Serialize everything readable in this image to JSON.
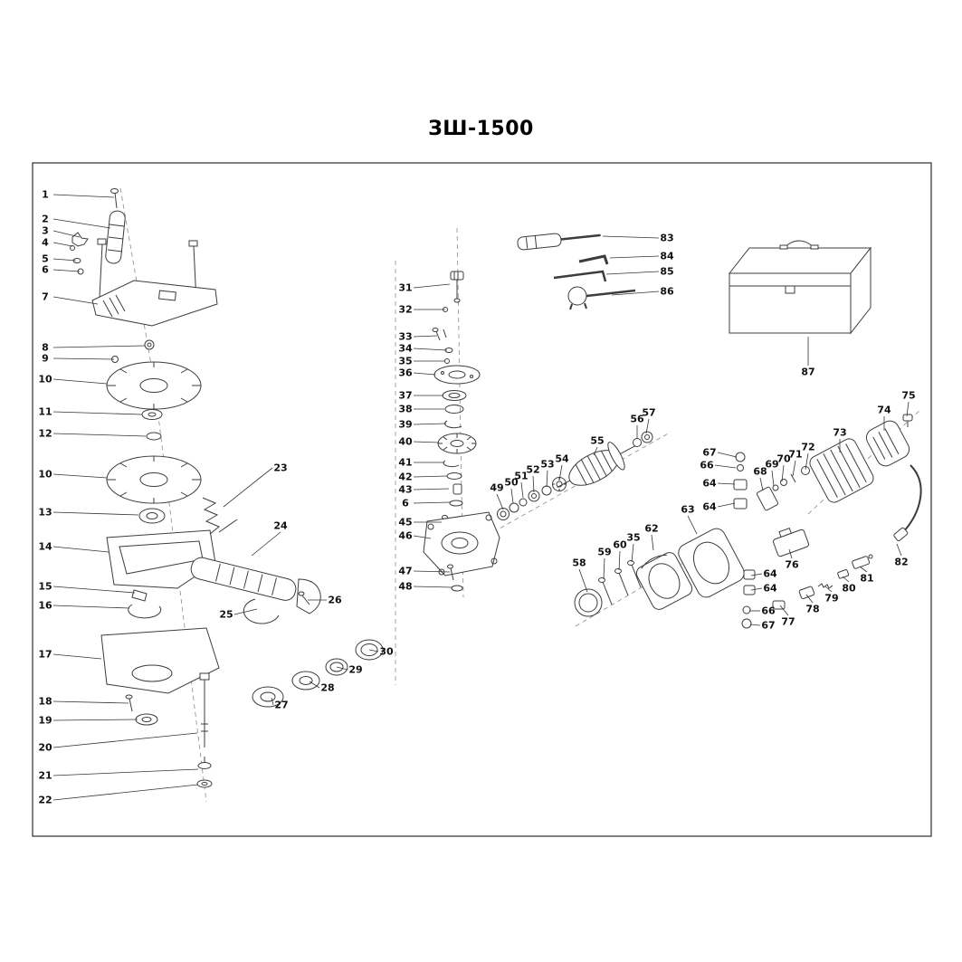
{
  "title": "ЗШ-1500",
  "frame": {
    "stroke": "#4a4a4a"
  },
  "labels_style": {
    "color": "#111111",
    "leader_color": "#333333"
  },
  "parts": [
    [
      "1",
      50,
      215,
      126,
      218
    ],
    [
      "2",
      50,
      242,
      122,
      252
    ],
    [
      "3",
      50,
      255,
      88,
      262
    ],
    [
      "4",
      50,
      268,
      80,
      272
    ],
    [
      "5",
      50,
      286,
      84,
      288
    ],
    [
      "6",
      50,
      298,
      88,
      300
    ],
    [
      "7",
      50,
      328,
      108,
      336
    ],
    [
      "8",
      50,
      384,
      160,
      382
    ],
    [
      "9",
      50,
      396,
      126,
      397
    ],
    [
      "10",
      50,
      419,
      118,
      424
    ],
    [
      "11",
      50,
      455,
      157,
      458
    ],
    [
      "12",
      50,
      479,
      161,
      482
    ],
    [
      "10",
      50,
      524,
      118,
      528
    ],
    [
      "13",
      50,
      566,
      153,
      569
    ],
    [
      "14",
      50,
      604,
      120,
      610
    ],
    [
      "15",
      50,
      648,
      149,
      655
    ],
    [
      "16",
      50,
      669,
      143,
      672
    ],
    [
      "17",
      50,
      723,
      112,
      728
    ],
    [
      "18",
      50,
      775,
      142,
      777
    ],
    [
      "19",
      50,
      796,
      152,
      795
    ],
    [
      "20",
      50,
      826,
      218,
      810
    ],
    [
      "21",
      50,
      857,
      219,
      850
    ],
    [
      "22",
      50,
      884,
      219,
      867
    ],
    [
      "23",
      310,
      517,
      247,
      560
    ],
    [
      "24",
      310,
      581,
      278,
      614
    ],
    [
      "25",
      250,
      679,
      284,
      673
    ],
    [
      "26",
      370,
      663,
      340,
      663
    ],
    [
      "27",
      311,
      779,
      300,
      771
    ],
    [
      "28",
      362,
      760,
      342,
      753
    ],
    [
      "29",
      393,
      740,
      372,
      737
    ],
    [
      "30",
      427,
      720,
      408,
      718
    ],
    [
      "31",
      448,
      318,
      497,
      314
    ],
    [
      "32",
      448,
      342,
      492,
      342
    ],
    [
      "33",
      448,
      372,
      483,
      371
    ],
    [
      "34",
      448,
      385,
      494,
      387
    ],
    [
      "35",
      448,
      399,
      492,
      399
    ],
    [
      "36",
      448,
      412,
      481,
      414
    ],
    [
      "37",
      448,
      437,
      490,
      437
    ],
    [
      "38",
      448,
      452,
      491,
      452
    ],
    [
      "39",
      448,
      469,
      493,
      468
    ],
    [
      "40",
      448,
      488,
      485,
      489
    ],
    [
      "41",
      448,
      511,
      491,
      511
    ],
    [
      "42",
      448,
      527,
      494,
      526
    ],
    [
      "43",
      448,
      541,
      496,
      540
    ],
    [
      "6",
      448,
      556,
      497,
      555
    ],
    [
      "45",
      448,
      577,
      488,
      577
    ],
    [
      "46",
      448,
      592,
      476,
      595
    ],
    [
      "47",
      448,
      631,
      497,
      632
    ],
    [
      "48",
      448,
      648,
      500,
      649
    ],
    [
      "49",
      549,
      539,
      556,
      563
    ],
    [
      "50",
      565,
      533,
      567,
      556
    ],
    [
      "51",
      576,
      526,
      578,
      550
    ],
    [
      "52",
      589,
      519,
      590,
      544
    ],
    [
      "53",
      605,
      513,
      604,
      538
    ],
    [
      "54",
      621,
      507,
      618,
      531
    ],
    [
      "55",
      660,
      487,
      656,
      503
    ],
    [
      "56",
      704,
      463,
      704,
      485
    ],
    [
      "57",
      717,
      456,
      714,
      479
    ],
    [
      "58",
      640,
      622,
      649,
      654
    ],
    [
      "59",
      668,
      610,
      667,
      640
    ],
    [
      "60",
      685,
      602,
      684,
      630
    ],
    [
      "35",
      700,
      594,
      698,
      621
    ],
    [
      "62",
      720,
      584,
      722,
      608
    ],
    [
      "63",
      760,
      563,
      770,
      590
    ],
    [
      "67",
      784,
      500,
      814,
      505
    ],
    [
      "66",
      781,
      514,
      813,
      517
    ],
    [
      "64",
      784,
      534,
      812,
      535
    ],
    [
      "64",
      784,
      560,
      812,
      556
    ],
    [
      "68",
      840,
      521,
      843,
      542
    ],
    [
      "69",
      853,
      513,
      855,
      537
    ],
    [
      "70",
      866,
      507,
      864,
      532
    ],
    [
      "71",
      879,
      502,
      876,
      526
    ],
    [
      "72",
      893,
      494,
      890,
      519
    ],
    [
      "73",
      928,
      478,
      928,
      500
    ],
    [
      "74",
      977,
      453,
      977,
      476
    ],
    [
      "75",
      1004,
      437,
      1002,
      460
    ],
    [
      "76",
      875,
      624,
      872,
      607
    ],
    [
      "77",
      871,
      687,
      862,
      669
    ],
    [
      "78",
      898,
      673,
      891,
      657
    ],
    [
      "79",
      919,
      661,
      912,
      648
    ],
    [
      "80",
      938,
      650,
      931,
      637
    ],
    [
      "81",
      958,
      639,
      950,
      626
    ],
    [
      "82",
      996,
      621,
      991,
      601
    ],
    [
      "64",
      851,
      634,
      830,
      636
    ],
    [
      "64",
      851,
      650,
      830,
      652
    ],
    [
      "66",
      849,
      675,
      828,
      675
    ],
    [
      "67",
      849,
      691,
      829,
      690
    ],
    [
      "83",
      737,
      263,
      666,
      261
    ],
    [
      "84",
      737,
      283,
      674,
      285
    ],
    [
      "85",
      737,
      300,
      670,
      303
    ],
    [
      "86",
      737,
      322,
      676,
      326
    ],
    [
      "87",
      893,
      411,
      893,
      372
    ]
  ]
}
